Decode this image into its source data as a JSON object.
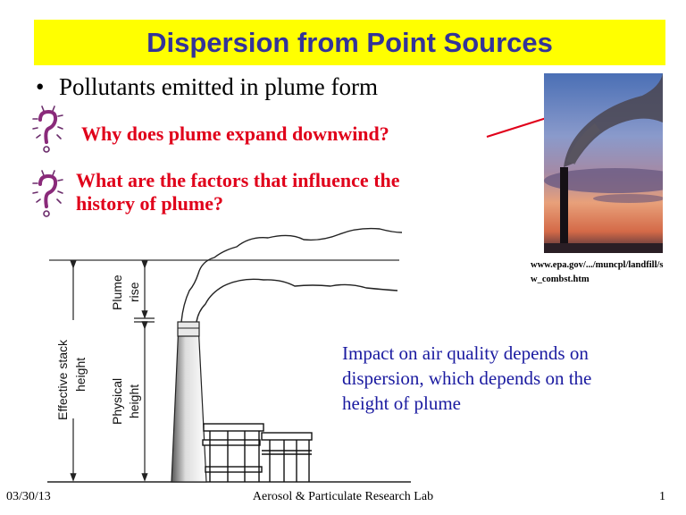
{
  "slide": {
    "title": "Dispersion from Point Sources",
    "title_bg_color": "#ffff00",
    "title_text_color": "#333399",
    "bullets": [
      {
        "marker": "•",
        "text": "Pollutants emitted in plume form"
      }
    ],
    "questions": [
      {
        "icon": "question-bulb-icon",
        "lines": [
          "Why does plume expand downwind?"
        ]
      },
      {
        "icon": "question-bulb-icon",
        "lines": [
          "What are the factors that influence the",
          "history of plume?"
        ]
      }
    ],
    "question_color": "#e0001a",
    "photo": {
      "description": "Smokestack emitting plume at sunset",
      "caption_lines": [
        "www.epa.gov/.../muncpl/landfill/s",
        "w_combst.htm"
      ]
    },
    "diagram": {
      "labels": {
        "effective_stack_height": [
          "Effective stack",
          "height"
        ],
        "plume_rise": [
          "Plume",
          "rise"
        ],
        "physical_height": [
          "Physical",
          "height"
        ]
      }
    },
    "impact_text": [
      "Impact on air quality depends on",
      "dispersion,  which depends on the",
      "height of plume"
    ],
    "impact_color": "#1a1aa0"
  },
  "footer": {
    "date": "03/30/13",
    "center": "Aerosol & Particulate Research Lab",
    "page_number": "1"
  }
}
